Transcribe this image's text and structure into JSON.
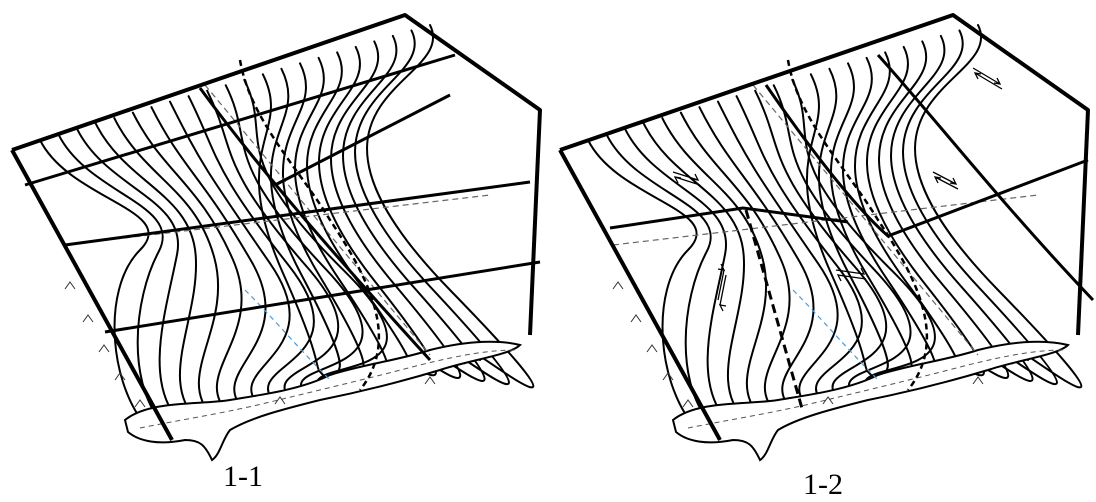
{
  "figures": [
    {
      "label": "1-1",
      "variant": "continuous-grid"
    },
    {
      "label": "1-2",
      "variant": "offset-block"
    }
  ],
  "colors": {
    "line": "#000000",
    "guide_dash": "#666666",
    "stream_dash": "#4a9ad8",
    "background": "#ffffff"
  }
}
